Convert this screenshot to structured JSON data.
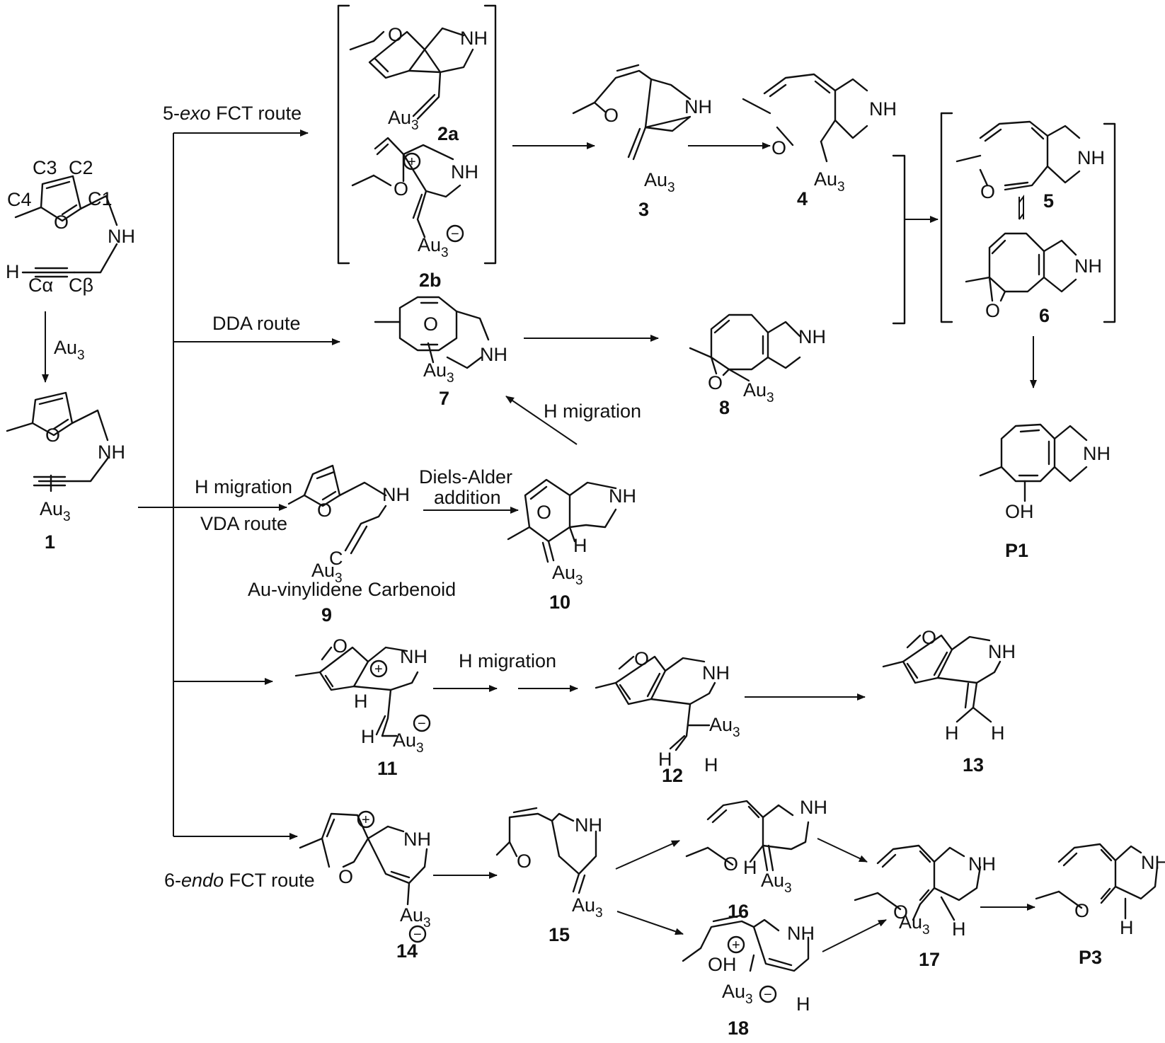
{
  "atoms": {
    "O": "O",
    "NH": "NH",
    "H": "H",
    "OH": "OH",
    "Au": "Au",
    "sub3": "3",
    "C1": "C1",
    "C2": "C2",
    "C3": "C3",
    "C4": "C4",
    "Ca": "Cα",
    "Cb": "Cβ",
    "plus": "+",
    "minus": "−"
  },
  "compounds": [
    "1",
    "2a",
    "2b",
    "3",
    "4",
    "5",
    "6",
    "7",
    "8",
    "9",
    "10",
    "11",
    "12",
    "13",
    "14",
    "15",
    "16",
    "17",
    "18",
    "P1",
    "P3"
  ],
  "route_labels": {
    "exo": "5-exo FCT route",
    "exo_prefix": "5-",
    "exo_italic": "exo",
    "exo_suffix": " FCT route",
    "dda": "DDA route",
    "h_migration": "H migration",
    "vda": "VDA route",
    "diels_alder_1": "Diels-Alder",
    "diels_alder_2": "addition",
    "endo": "6-endo FCT route",
    "endo_prefix": "6-",
    "endo_italic": "endo",
    "endo_suffix": " FCT route"
  },
  "captions": {
    "au_vinylidene": "Au-vinylidene Carbenoid"
  },
  "reagent": {
    "au3_base": "Au",
    "au3_sub": "3"
  }
}
